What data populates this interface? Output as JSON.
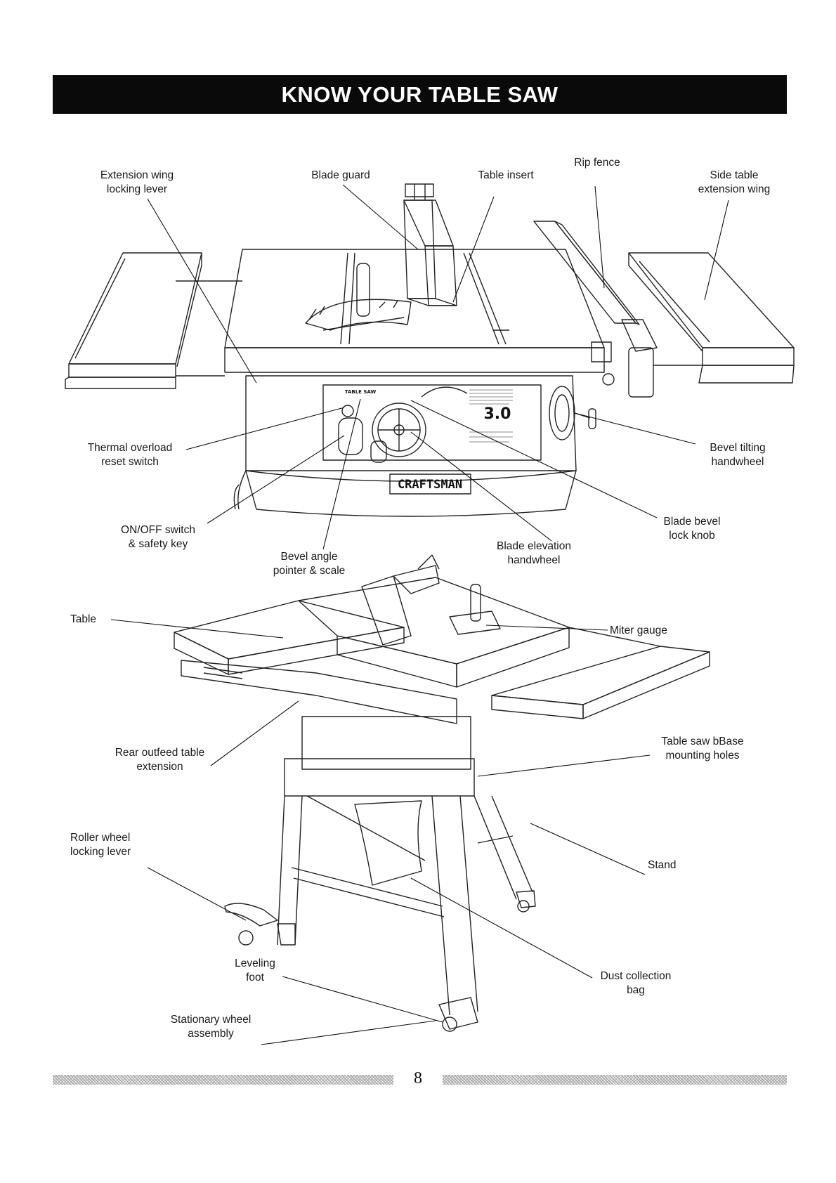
{
  "header": {
    "title": "KNOW YOUR TABLE SAW"
  },
  "labels": {
    "extension_wing_locking_lever": [
      "Extension wing",
      "locking lever"
    ],
    "blade_guard": [
      "Blade guard"
    ],
    "table_insert": [
      "Table insert"
    ],
    "rip_fence": [
      "Rip fence"
    ],
    "side_table_extension_wing": [
      "Side table",
      "extension wing"
    ],
    "thermal_overload_reset_switch": [
      "Thermal overload",
      "reset switch"
    ],
    "bevel_tilting_handwheel": [
      "Bevel tilting",
      "handwheel"
    ],
    "on_off_switch": [
      "ON/OFF switch",
      "& safety key"
    ],
    "blade_bevel_lock_knob": [
      "Blade bevel",
      "lock knob"
    ],
    "blade_elevation_handwheel": [
      "Blade elevation",
      "handwheel"
    ],
    "bevel_angle_pointer": [
      "Bevel angle",
      "pointer & scale"
    ],
    "table": [
      "Table"
    ],
    "miter_gauge": [
      "Miter gauge"
    ],
    "table_saw_base_mounting_holes": [
      "Table saw bBase",
      "mounting holes"
    ],
    "rear_outfeed_table_extension": [
      "Rear outfeed table",
      "extension"
    ],
    "roller_wheel_locking_lever": [
      "Roller wheel",
      "locking lever"
    ],
    "stand": [
      "Stand"
    ],
    "leveling_foot": [
      "Leveling",
      "foot"
    ],
    "dust_collection_bag": [
      "Dust collection",
      "bag"
    ],
    "stationary_wheel_assembly": [
      "Stationary wheel",
      "assembly"
    ]
  },
  "saw_panel": {
    "brand": "CRAFTSMAN",
    "model_badge": "3.0",
    "plate_text": "TABLE SAW"
  },
  "footer": {
    "page_number": "8"
  }
}
